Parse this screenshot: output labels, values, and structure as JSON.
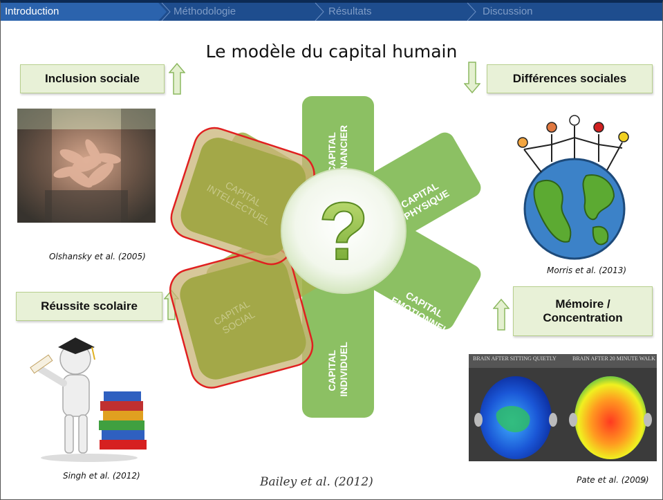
{
  "navigation": {
    "items": [
      "Introduction",
      "Méthodologie",
      "Résultats",
      "Discussion"
    ],
    "active_index": 0
  },
  "slide": {
    "title": "Le modèle du capital humain",
    "page_number": "10",
    "source": "Bailey et al. (2012)"
  },
  "key_boxes": {
    "inclusion": "Inclusion sociale",
    "differences": "Différences sociales",
    "reussite": "Réussite scolaire",
    "memoire_line1": "Mémoire /",
    "memoire_line2": "Concentration"
  },
  "arrows": {
    "inclusion": "up",
    "differences": "down",
    "reussite": "up",
    "memoire": "up"
  },
  "diagram": {
    "center_symbol": "?",
    "arms": {
      "financier": [
        "CAPITAL",
        "FINANCIER"
      ],
      "physique": [
        "CAPITAL",
        "PHYSIQUE"
      ],
      "emotionnel": [
        "CAPITAL",
        "EMOTIONNEL"
      ],
      "individuel": [
        "CAPITAL",
        "INDIVIDUEL"
      ],
      "social": [
        "CAPITAL",
        "SOCIAL"
      ],
      "intellectuel": [
        "CAPITAL",
        "INTELLECTUEL"
      ]
    },
    "highlighted_arms": [
      "intellectuel",
      "social"
    ]
  },
  "photos": {
    "brain_left_label": "BRAIN AFTER SITTING QUIETLY",
    "brain_right_label": "BRAIN AFTER 20 MINUTE WALK"
  },
  "captions": {
    "olshansky": "Olshansky et al. (2005)",
    "morris": "Morris et al. (2013)",
    "singh": "Singh et al. (2012)",
    "pate": "Pate et al. (2009)"
  },
  "colors": {
    "nav_background": "#1e4d8e",
    "arm_green": "#8cc063",
    "highlight_red": "#e02020",
    "box_fill": "#e8f1d7",
    "arrow_fill": "#e4f0d0"
  }
}
